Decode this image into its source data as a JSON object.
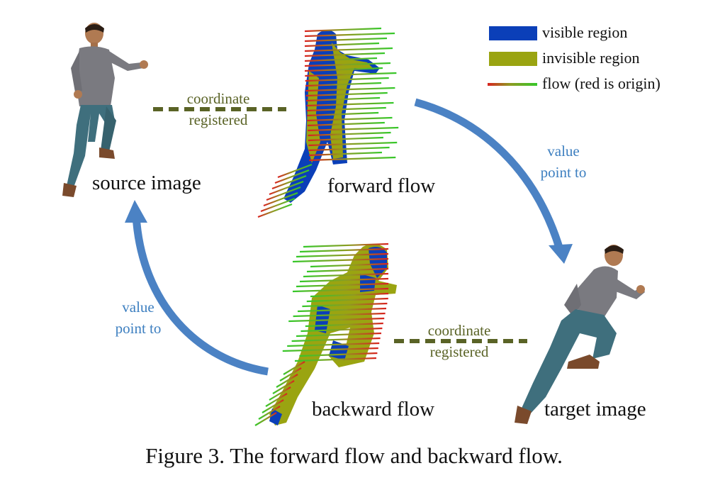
{
  "legend": {
    "items": [
      {
        "label": "visible region",
        "color": "#0b3fb8",
        "kind": "swatch"
      },
      {
        "label": "invisible region",
        "color": "#9aa411",
        "kind": "swatch"
      },
      {
        "label": "flow (red is origin)",
        "color_start": "#d8231f",
        "color_end": "#35c82a",
        "kind": "line"
      }
    ]
  },
  "nodes": {
    "source_image": "source image",
    "forward_flow": "forward flow",
    "target_image": "target image",
    "backward_flow": "backward flow"
  },
  "relations": {
    "top_registered": {
      "line1": "coordinate",
      "line2": "registered"
    },
    "bottom_registered": {
      "line1": "coordinate",
      "line2": "registered"
    },
    "right_arrow": {
      "line1": "value",
      "line2": "point to"
    },
    "left_arrow": {
      "line1": "value",
      "line2": "point to"
    }
  },
  "colors": {
    "arrow": "#4b82c4",
    "dashed": "#5a6326",
    "shirt": "#7a7a80",
    "jeans": "#3f6f7d",
    "skin": "#b07a52"
  },
  "caption": "Figure 3. The forward flow and backward flow."
}
